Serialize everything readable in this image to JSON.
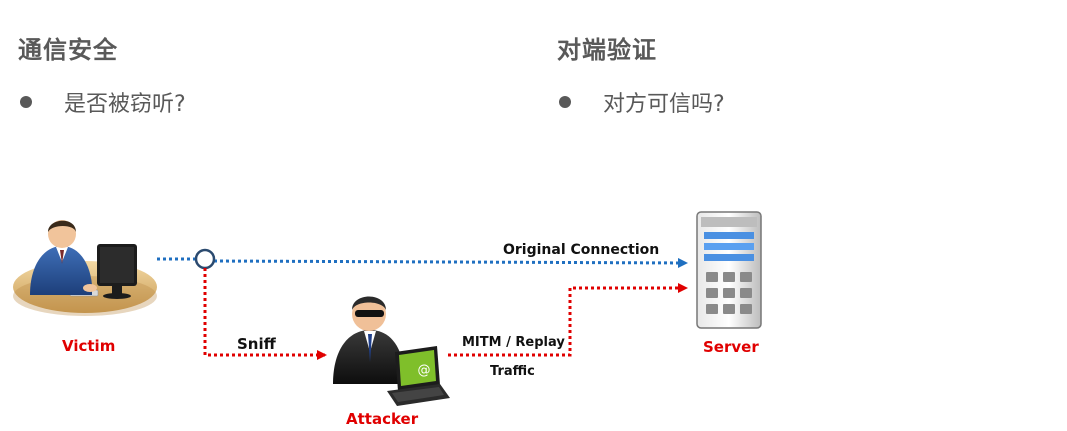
{
  "left": {
    "heading": "通信安全",
    "bullet": "是否被窃听?"
  },
  "right": {
    "heading": "对端验证",
    "bullet": "对方可信吗?"
  },
  "diagram": {
    "victim_label": "Victim",
    "server_label": "Server",
    "attacker_label": "Attacker",
    "original_connection_label": "Original Connection",
    "sniff_label": "Sniff",
    "mitm_label": "MITM / Replay",
    "traffic_label": "Traffic",
    "attacker_screen_symbol": "@"
  },
  "colors": {
    "original_connection": "#1f6fc0",
    "attack_path": "#e00000",
    "text_gray": "#595959"
  }
}
